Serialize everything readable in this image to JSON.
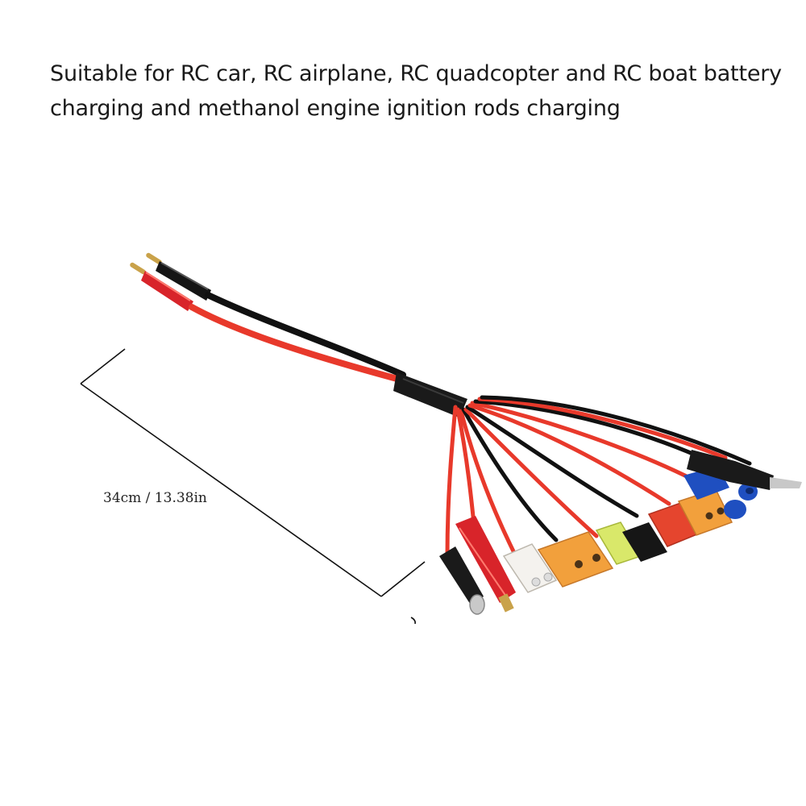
{
  "headline": {
    "line1": "Suitable for RC car, RC airplane, RC quadcopter and RC boat battery",
    "line2": "charging and methanol engine ignition rods charging"
  },
  "dimension": {
    "label": "34cm / 13.38in"
  },
  "colors": {
    "red_wire": "#e8392b",
    "black_wire": "#111111",
    "xt60_yellow": "#f2a03c",
    "ec5_blue": "#1f4fc0",
    "deans_red": "#e5452e",
    "tamiya_white": "#f4f2ee",
    "mini_tamiya_green": "#d9e86a",
    "brass": "#c9a24a"
  }
}
